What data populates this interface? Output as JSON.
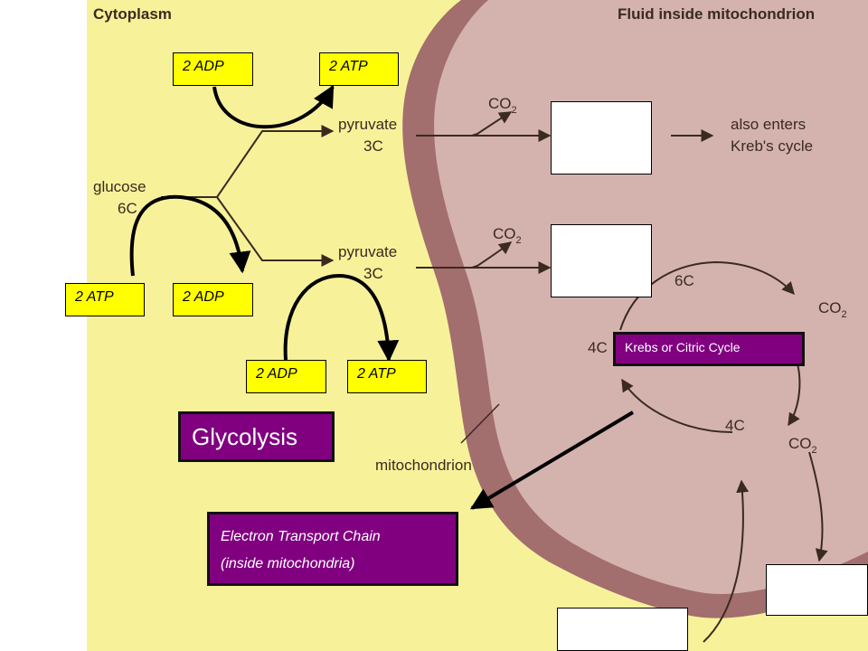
{
  "regions": {
    "cytoplasm": "Cytoplasm",
    "fluid": "Fluid inside mitochondrion",
    "mitochondrion": "mitochondrion"
  },
  "molecules": {
    "glucose_name": "glucose",
    "glucose_carbons": "6C",
    "pyruvate_name": "pyruvate",
    "pyruvate_carbons": "3C",
    "co2": "CO",
    "co2_sub": "2",
    "c6": "6C",
    "c4": "4C",
    "also_enters_1": "also enters",
    "also_enters_2": "Kreb's cycle"
  },
  "energy_boxes": {
    "top_adp": "2 ADP",
    "top_atp": "2 ATP",
    "mid_atp": "2 ATP",
    "mid_adp": "2 ADP",
    "low_adp": "2 ADP",
    "low_atp": "2 ATP"
  },
  "labels": {
    "krebs": "Krebs or Citric Cycle",
    "glycolysis": "Glycolysis",
    "etc_line1": "Electron Transport Chain",
    "etc_line2": "(inside mitochondria)"
  },
  "colors": {
    "paper": "#f7f29a",
    "mito": "#a36e6e",
    "mito_inner": "#d4b3ae",
    "label_yellow": "#ffff00",
    "label_purple": "#800080"
  }
}
